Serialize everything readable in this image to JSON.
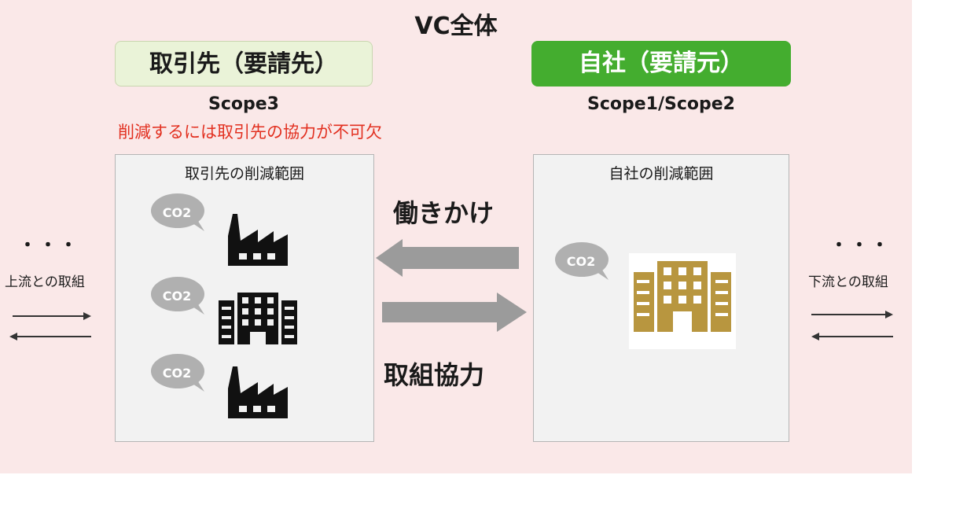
{
  "title": "VC全体",
  "left_party": {
    "label": "取引先（要請先）",
    "scope": "Scope3",
    "note": "削減するには取引先の協力が不可欠",
    "box_title": "取引先の削減範囲"
  },
  "right_party": {
    "label": "自社（要請元）",
    "scope": "Scope1/Scope2",
    "box_title": "自社の削減範囲"
  },
  "co2_label": "CO2",
  "arrow_top_label": "働きかけ",
  "arrow_bottom_label": "取組協力",
  "upstream": {
    "ellipsis": "・・・",
    "label": "上流との取組"
  },
  "downstream": {
    "ellipsis": "・・・",
    "label": "下流との取組"
  },
  "colors": {
    "background": "#fae8e8",
    "box": "#f2f2f2",
    "left_pill": "#eaf3d8",
    "right_pill": "#44ad2f",
    "note": "#e23020",
    "bubble": "#b0b0b0",
    "arrow": "#9b9b9b",
    "company_building": "#b8963f"
  },
  "icons": [
    "co2-bubble-icon",
    "factory-icon",
    "office-building-icon",
    "company-building-icon",
    "arrow-left-icon",
    "arrow-right-icon"
  ]
}
